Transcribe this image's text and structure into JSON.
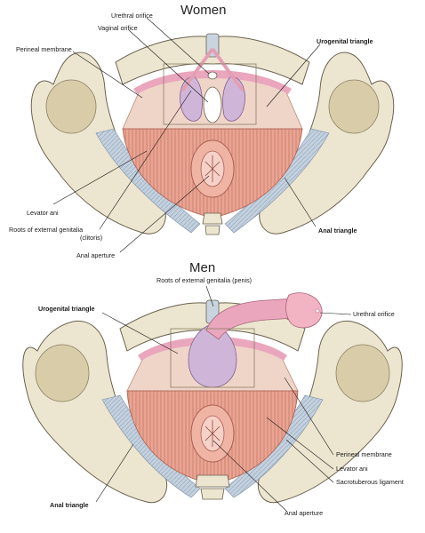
{
  "panels": {
    "women": {
      "title": "Women",
      "labels": {
        "urethral_orifice": "Urethral orifice",
        "vaginal_orifice": "Vaginal orifice",
        "perineal_membrane": "Perineal membrane",
        "urogenital_triangle": "Urogenital triangle",
        "levator_ani": "Levator ani",
        "roots_external_genitalia_line1": "Roots of external genitalia",
        "roots_external_genitalia_line2": "(clitoris)",
        "anal_triangle": "Anal triangle",
        "anal_aperture": "Anal aperture"
      }
    },
    "men": {
      "title": "Men",
      "labels": {
        "roots_external_genitalia": "Roots of external genitalia (penis)",
        "urogenital_triangle": "Urogenital triangle",
        "urethral_orifice": "Urethral orifice",
        "perineal_membrane": "Perineal membrane",
        "levator_ani": "Levator ani",
        "sacrotuberous_ligament": "Sacrotuberous ligament",
        "anal_triangle": "Anal triangle",
        "anal_aperture": "Anal aperture"
      }
    }
  },
  "colors": {
    "bone": "#ece5cf",
    "bone_shadow": "#c9bd98",
    "bone_outline": "#6b6250",
    "muscle": "#e9a493",
    "muscle_stripe": "#c97a6a",
    "membrane": "#efd4c8",
    "ligament": "#bccad9",
    "glans": "#f2b3c3",
    "bulb": "#cfb6d8",
    "leader_line": "#1a1a1a"
  }
}
